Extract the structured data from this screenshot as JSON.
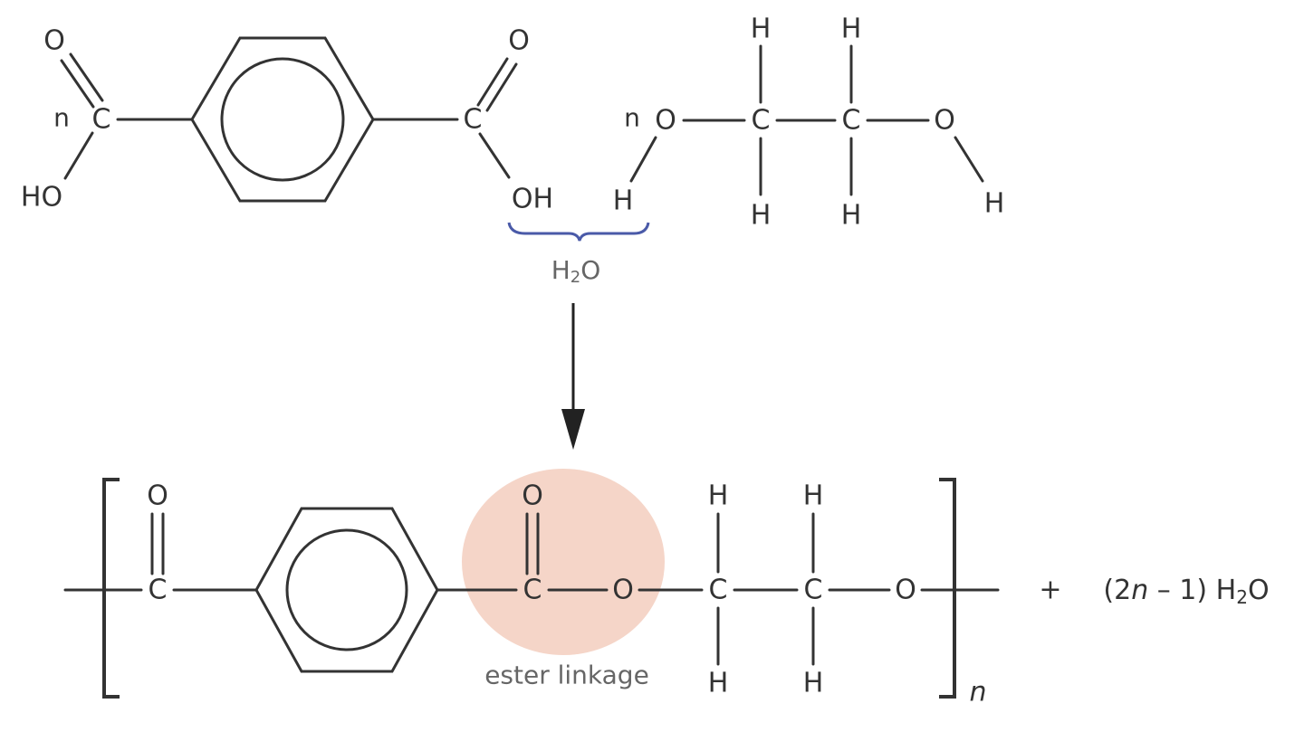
{
  "reactants": {
    "acid": {
      "coefficient": "n",
      "carbonyl_o": "O",
      "carbon": "C",
      "hydroxyl": "HO",
      "right_carbonyl_o": "O",
      "right_carbon": "C",
      "right_hydroxyl": "OH"
    },
    "glycol": {
      "coefficient": "n",
      "o_left": "O",
      "h_left": "H",
      "c1": "C",
      "c2": "C",
      "h_top_1": "H",
      "h_top_2": "H",
      "h_bottom_1": "H",
      "h_bottom_2": "H",
      "o_right": "O",
      "h_right": "H"
    }
  },
  "eliminated": {
    "h_text": "H",
    "sub_text": "2",
    "o_text": "O"
  },
  "product": {
    "carbonyl_o_1": "O",
    "carbon_1": "C",
    "carbonyl_o_2": "O",
    "carbon_2": "C",
    "ester_o": "O",
    "c1": "C",
    "c2": "C",
    "h_top_1": "H",
    "h_top_2": "H",
    "h_bottom_1": "H",
    "h_bottom_2": "H",
    "o_end": "O",
    "repeat_subscript": "n",
    "ester_label": "ester linkage"
  },
  "byproduct": {
    "plus": "+",
    "paren_open": "(2",
    "n": "n",
    "minus_one": " – 1) H",
    "sub": "2",
    "o": "O"
  },
  "colors": {
    "bond": "#333333",
    "brace": "#4a5aa8",
    "ester_highlight": "#f5d5c8",
    "label": "#666666"
  }
}
